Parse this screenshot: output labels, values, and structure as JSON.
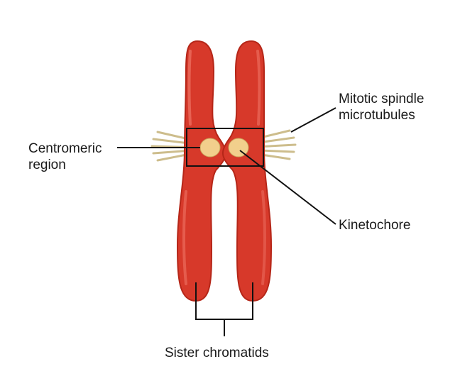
{
  "diagram": {
    "labels": {
      "centromeric_region": [
        "Centromeric",
        "region"
      ],
      "mitotic_spindle": [
        "Mitotic spindle",
        "microtubules"
      ],
      "kinetochore": "Kinetochore",
      "sister_chromatids": "Sister chromatids"
    },
    "colors": {
      "chromatid_fill": "#d7392a",
      "chromatid_shadow": "#b52618",
      "chromatid_highlight": "#ee7465",
      "kinetochore_fill": "#f2cf8c",
      "microtubule": "#cdbd8c",
      "line": "#111111"
    }
  }
}
